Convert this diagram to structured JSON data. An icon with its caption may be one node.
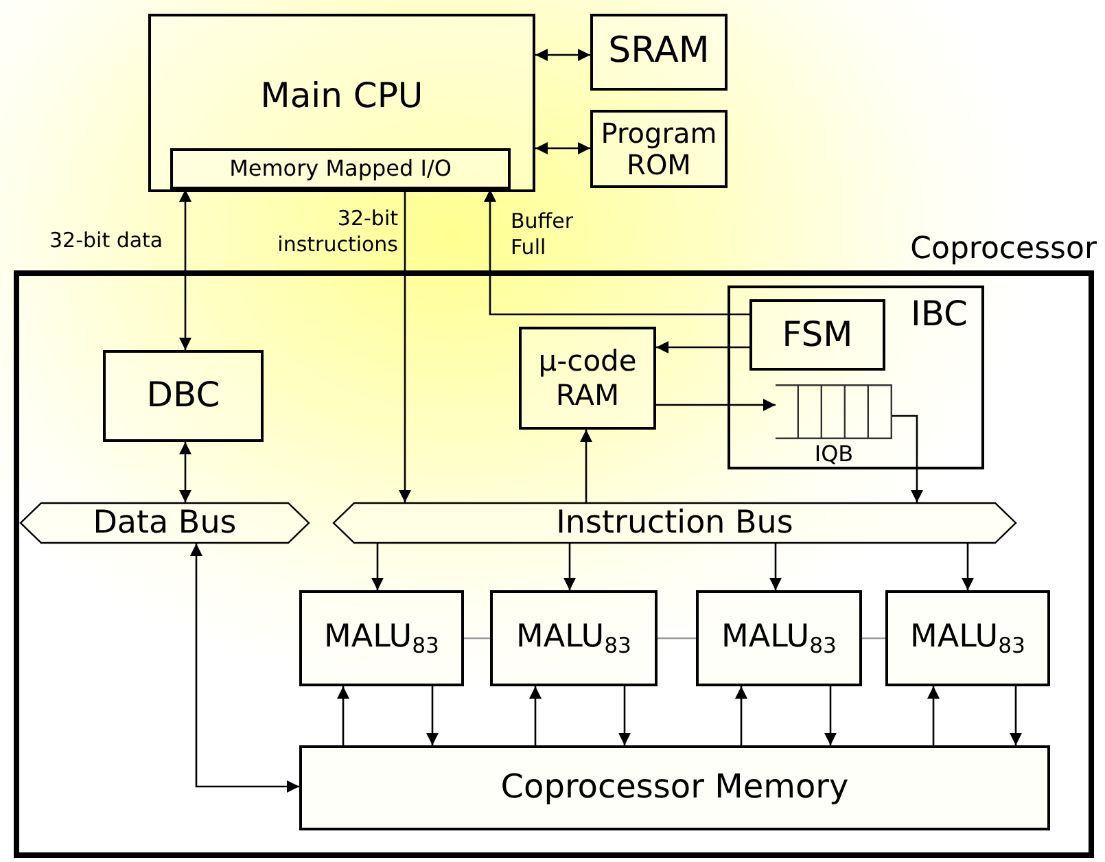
{
  "diagram": {
    "nodes": [
      {
        "text": [
          "Main CPU"
        ]
      },
      {
        "text": [
          "Memory Mapped I/O"
        ],
        "in": 0
      },
      {
        "text": [
          "SRAM"
        ]
      },
      {
        "text": [
          "Program ROM"
        ]
      },
      {
        "text": [
          "Coprocessor"
        ]
      },
      {
        "text": [
          "DBC"
        ],
        "in": 4
      },
      {
        "text": [
          "Data Bus"
        ],
        "in": 4
      },
      {
        "text": [
          "Instruction Bus"
        ],
        "in": 4
      },
      {
        "text": [
          "μ-code RAM"
        ],
        "in": 4
      },
      {
        "text": [
          "IBC"
        ],
        "in": 4
      },
      {
        "text": [
          "FSM"
        ],
        "in": 9
      },
      {
        "text": [
          "IQB"
        ],
        "in": 9
      },
      {
        "text": [
          "MALU$_{83}$"
        ],
        "in": 4
      },
      {
        "text": [
          "MALU$_{83}$"
        ],
        "in": 4
      },
      {
        "text": [
          "MALU$_{83}$"
        ],
        "in": 4
      },
      {
        "text": [
          "MALU$_{83}$"
        ],
        "in": 4
      },
      {
        "text": [
          "Coprocessor Memory"
        ],
        "in": 4
      }
    ],
    "edges": [
      {
        "from": 0,
        "to": 2,
        "arrow": "both"
      },
      {
        "from": 0,
        "to": 3,
        "arrow": "both"
      },
      {
        "from": 1,
        "to": 5,
        "arrow": "both",
        "label": "32-bit data"
      },
      {
        "from": 1,
        "to": 7,
        "arrow": "to",
        "label": "32-bit instructions"
      },
      {
        "from": 10,
        "to": 1,
        "arrow": "to",
        "label": "Buffer Full"
      },
      {
        "from": 5,
        "to": 6,
        "arrow": "both"
      },
      {
        "from": 7,
        "to": 8,
        "arrow": "to"
      },
      {
        "from": 10,
        "to": 8,
        "arrow": "to"
      },
      {
        "from": 8,
        "to": 11,
        "arrow": "to"
      },
      {
        "from": 11,
        "to": 7,
        "arrow": "to"
      },
      {
        "from": 7,
        "to": 12,
        "arrow": "to"
      },
      {
        "from": 7,
        "to": 13,
        "arrow": "to"
      },
      {
        "from": 7,
        "to": 14,
        "arrow": "to"
      },
      {
        "from": 7,
        "to": 15,
        "arrow": "to"
      },
      {
        "from": 12,
        "to": 13,
        "arrow": "none",
        "color": "#999999"
      },
      {
        "from": 13,
        "to": 14,
        "arrow": "none",
        "color": "#999999"
      },
      {
        "from": 14,
        "to": 15,
        "arrow": "none",
        "color": "#999999"
      },
      {
        "from": 16,
        "to": 12,
        "arrow": "to"
      },
      {
        "from": 12,
        "to": 16,
        "arrow": "to"
      },
      {
        "from": 16,
        "to": 13,
        "arrow": "to"
      },
      {
        "from": 13,
        "to": 16,
        "arrow": "to"
      },
      {
        "from": 16,
        "to": 14,
        "arrow": "to"
      },
      {
        "from": 14,
        "to": 16,
        "arrow": "to"
      },
      {
        "from": 16,
        "to": 15,
        "arrow": "to"
      },
      {
        "from": 15,
        "to": 16,
        "arrow": "to"
      },
      {
        "from": 6,
        "to": 16,
        "arrow": "both"
      }
    ]
  }
}
